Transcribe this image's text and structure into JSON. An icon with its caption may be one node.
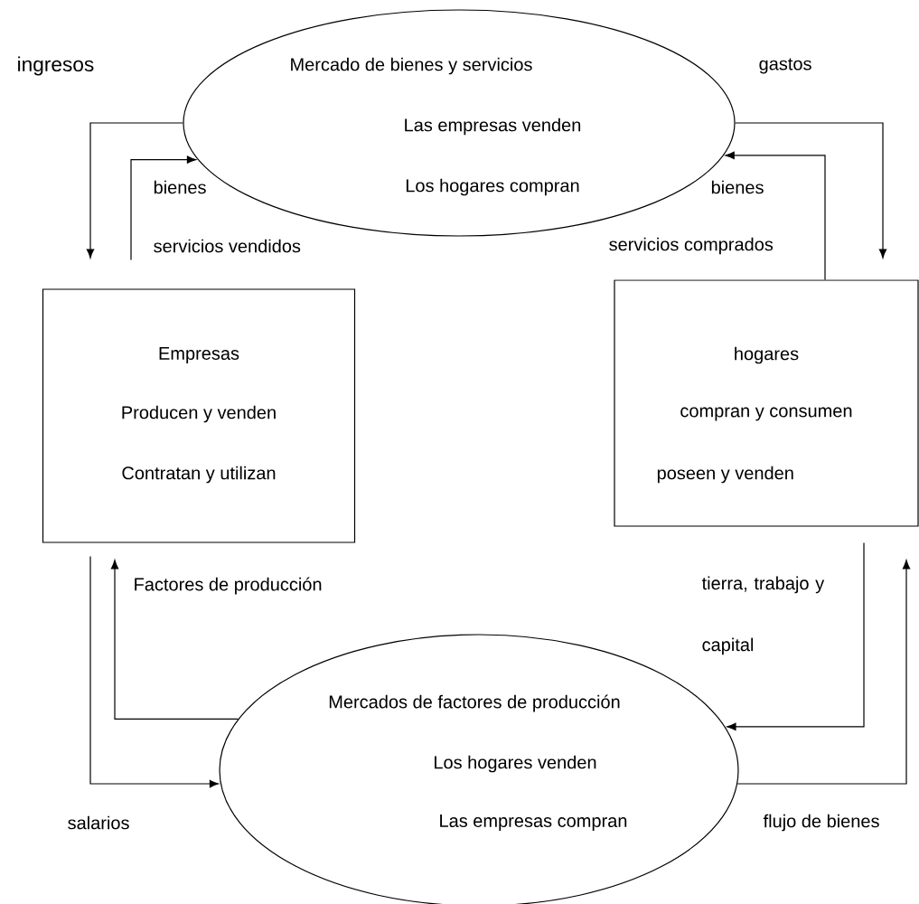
{
  "diagram": {
    "nodes": [
      {
        "text": [
          "Mercado de bienes y servicios",
          "Las empresas venden",
          "Los hogares compran"
        ]
      },
      {
        "text": [
          "Empresas",
          "Producen y venden",
          "Contratan y utilizan"
        ]
      },
      {
        "text": [
          "hogares",
          "compran y consumen",
          "poseen y venden"
        ]
      },
      {
        "text": [
          "Mercados de factores de producción",
          "Los hogares venden",
          "Las empresas compran"
        ]
      }
    ],
    "edges": [
      {
        "from": 0,
        "to": 1,
        "arrow": "to"
      },
      {
        "from": 1,
        "to": 0,
        "arrow": "to"
      },
      {
        "from": 0,
        "to": 2,
        "arrow": "to"
      },
      {
        "from": 2,
        "to": 0,
        "arrow": "to"
      },
      {
        "from": 1,
        "to": 3,
        "arrow": "to"
      },
      {
        "from": 3,
        "to": 1,
        "arrow": "to"
      },
      {
        "from": 2,
        "to": 3,
        "arrow": "to"
      },
      {
        "from": 3,
        "to": 2,
        "arrow": "to"
      }
    ],
    "labels": [
      "ingresos",
      "gastos",
      "bienes",
      "bienes",
      "servicios vendidos",
      "servicios comprados",
      "Factores de producción",
      "tierra, trabajo y capital",
      "salarios",
      "flujo de bienes"
    ]
  }
}
